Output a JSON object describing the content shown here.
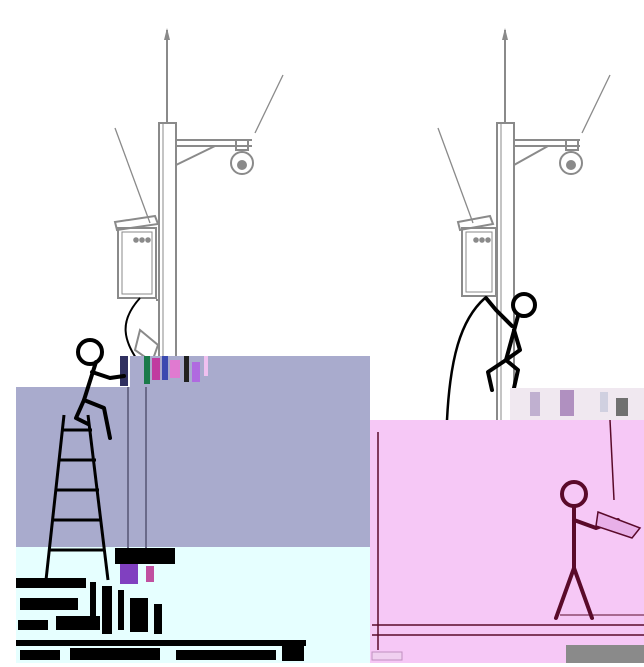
{
  "scenes": [
    {
      "id": "left",
      "description_tags": [
        "pole",
        "ptz-camera",
        "control-box",
        "ladder",
        "person-with-laptop"
      ]
    },
    {
      "id": "right",
      "description_tags": [
        "pole",
        "ptz-camera",
        "control-box",
        "climbing-person",
        "ground-person-with-laptop"
      ]
    }
  ],
  "colors": {
    "line": "#8a8a8a",
    "figure": "#000000",
    "figure_alt": "#5a0a2a",
    "glitch_blue": "#a9abcd",
    "glitch_cyan": "#e6ffff",
    "glitch_pink": "#f6c8f6"
  }
}
